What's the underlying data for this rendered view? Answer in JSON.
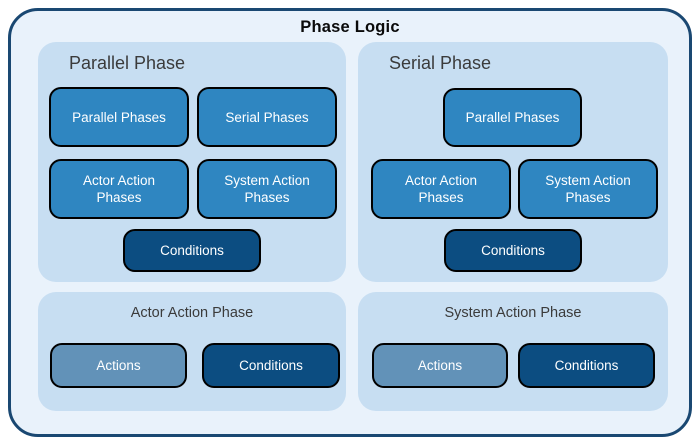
{
  "title": "Phase Logic",
  "colors": {
    "outer_bg": "#e9f2fb",
    "outer_border": "#1a4872",
    "panel_bg": "#c7def2",
    "button_blue": "#2f86c1",
    "button_dark": "#0c4d81",
    "button_muted": "#6292b8",
    "button_border": "#000000",
    "button_text": "#ffffff",
    "title_text": "#0a0a0a",
    "panel_title_text": "#3b3b3b"
  },
  "panels": {
    "parallel": {
      "title": "Parallel Phase",
      "nodes": {
        "parallel_phases": "Parallel Phases",
        "serial_phases": "Serial Phases",
        "actor_action_phases": "Actor Action Phases",
        "system_action_phases": "System Action Phases",
        "conditions": "Conditions"
      }
    },
    "serial": {
      "title": "Serial Phase",
      "nodes": {
        "parallel_phases": "Parallel Phases",
        "actor_action_phases": "Actor Action Phases",
        "system_action_phases": "System Action Phases",
        "conditions": "Conditions"
      }
    },
    "actor_action": {
      "title": "Actor Action Phase",
      "nodes": {
        "actions": "Actions",
        "conditions": "Conditions"
      }
    },
    "system_action": {
      "title": "System Action Phase",
      "nodes": {
        "actions": "Actions",
        "conditions": "Conditions"
      }
    }
  }
}
